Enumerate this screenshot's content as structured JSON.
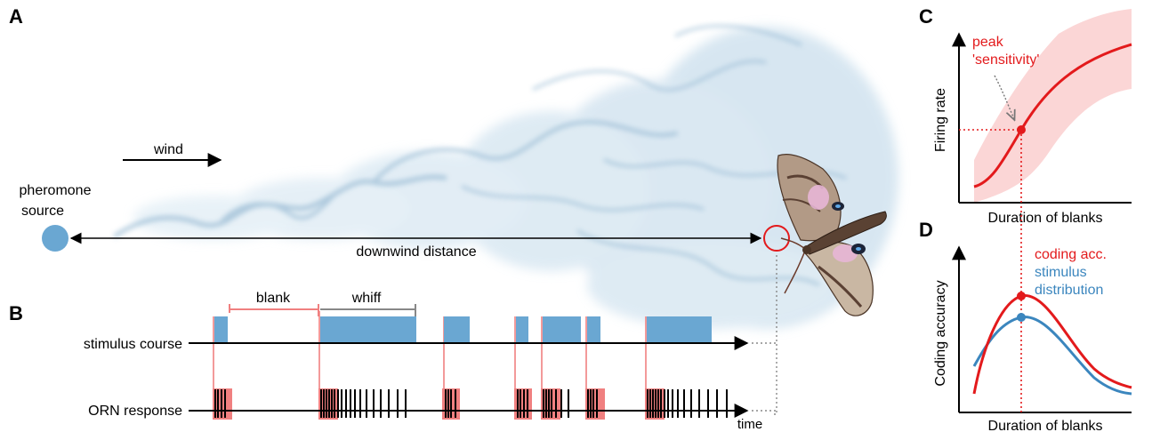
{
  "colors": {
    "red": "#e31a1c",
    "blue": "#3b86be",
    "stim_blue": "#6aa7d2",
    "pink": "#f08080",
    "band_pink": "#fbd6d6",
    "smoke": "#a9c9de"
  },
  "panel_a": {
    "letter": "A",
    "wind_label": "wind",
    "source_label_line1": "pheromone",
    "source_label_line2": "source",
    "distance_label": "downwind distance"
  },
  "panel_b": {
    "letter": "B",
    "blank_label": "blank",
    "whiff_label": "whiff",
    "stimulus_label": "stimulus course",
    "orn_label": "ORN response",
    "time_label": "time"
  },
  "panel_c": {
    "letter": "C",
    "ylabel": "Firing rate",
    "xlabel": "Duration of blanks",
    "annotation_line1": "peak",
    "annotation_line2": "'sensitivity'"
  },
  "panel_d": {
    "letter": "D",
    "ylabel": "Coding accuracy",
    "xlabel": "Duration of blanks",
    "legend_red": "coding acc.",
    "legend_blue_line1": "stimulus",
    "legend_blue_line2": "distribution"
  }
}
